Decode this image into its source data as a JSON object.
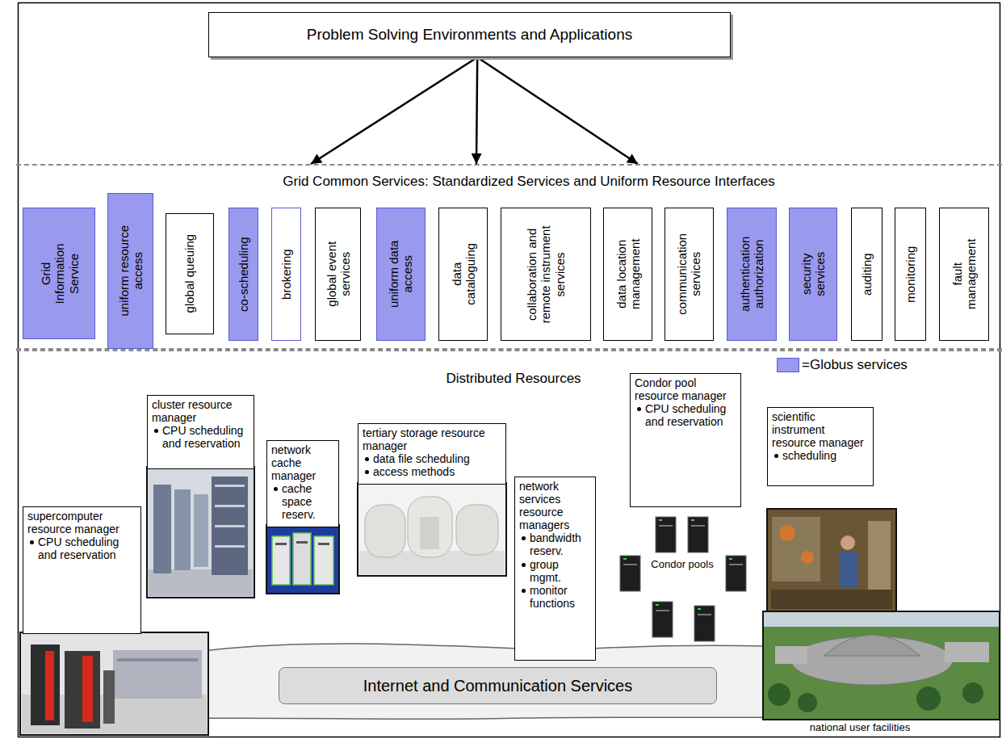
{
  "diagram": {
    "nodes": [
      {
        "text": [
          "Problem Solving Environments and Applications"
        ]
      },
      {
        "text": [
          "Grid Common Services: Standardized Services and Uniform Resource Interfaces"
        ]
      },
      {
        "text": [
          "Grid Information Service"
        ],
        "in": 1
      },
      {
        "text": [
          "uniform resource access"
        ],
        "in": 1
      },
      {
        "text": [
          "global queuing"
        ],
        "in": 1
      },
      {
        "text": [
          "co-scheduling"
        ],
        "in": 1
      },
      {
        "text": [
          "brokering"
        ],
        "in": 1
      },
      {
        "text": [
          "global event services"
        ],
        "in": 1
      },
      {
        "text": [
          "uniform data access"
        ],
        "in": 1
      },
      {
        "text": [
          "data cataloguing"
        ],
        "in": 1
      },
      {
        "text": [
          "collaboration and remote instrument services"
        ],
        "in": 1
      },
      {
        "text": [
          "data location management"
        ],
        "in": 1
      },
      {
        "text": [
          "communication services"
        ],
        "in": 1
      },
      {
        "text": [
          "authentication authorization"
        ],
        "in": 1
      },
      {
        "text": [
          "security services"
        ],
        "in": 1
      },
      {
        "text": [
          "auditing"
        ],
        "in": 1
      },
      {
        "text": [
          "monitoring"
        ],
        "in": 1
      },
      {
        "text": [
          "fault management"
        ],
        "in": 1
      },
      {
        "text": [
          "Distributed Resources"
        ]
      },
      {
        "text": [
          "supercomputer resource manager",
          "CPU scheduling and reservation"
        ],
        "in": 18
      },
      {
        "text": [
          "cluster resource manager",
          "CPU scheduling and reservation"
        ],
        "in": 18
      },
      {
        "text": [
          "network cache manager",
          "cache space reserv."
        ],
        "in": 18
      },
      {
        "text": [
          "tertiary storage resource manager",
          "data file scheduling",
          "access methods"
        ],
        "in": 18
      },
      {
        "text": [
          "network services resource managers",
          "bandwidth reserv.",
          "group mgmt.",
          "monitor functions"
        ],
        "in": 18
      },
      {
        "text": [
          "Condor pool resource manager",
          "CPU scheduling and reservation"
        ],
        "in": 18
      },
      {
        "text": [
          "scientific instrument resource manager",
          "scheduling"
        ],
        "in": 18
      },
      {
        "text": [
          "Internet and Communication Services"
        ],
        "in": 18
      }
    ],
    "edges": [
      {
        "from": 0,
        "to": 1,
        "arrow": "to"
      },
      {
        "from": 0,
        "to": 1,
        "arrow": "to"
      },
      {
        "from": 0,
        "to": 1,
        "arrow": "to"
      }
    ],
    "labels": [
      "Condor pools",
      "national user facilities"
    ],
    "legend": [
      {
        "text": "=Globus services",
        "color": "#9999ee"
      }
    ]
  }
}
